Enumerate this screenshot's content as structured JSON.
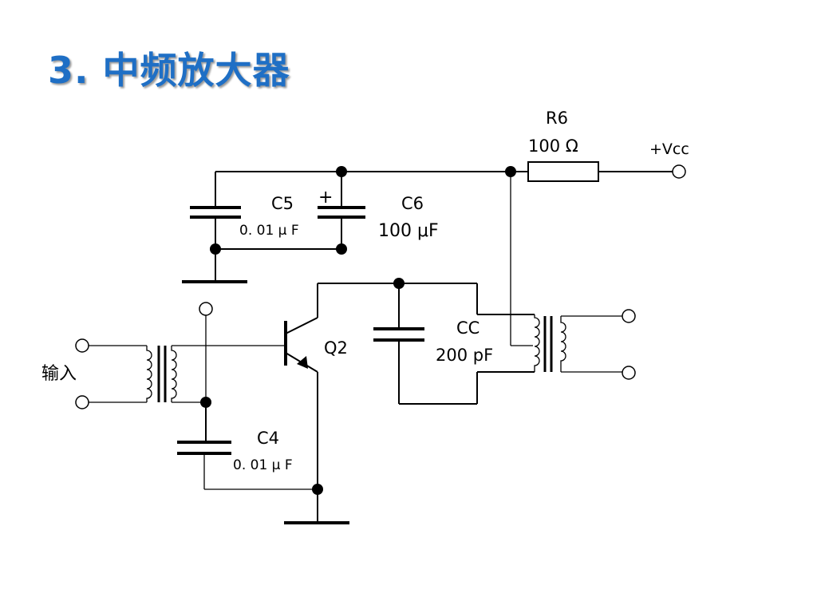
{
  "title": "3. 中频放大器",
  "labels": {
    "r6_name": "R6",
    "r6_value": "100 Ω",
    "vcc": "+Vcc",
    "c5_name": "C5",
    "c5_value": "0. 01 μ F",
    "plus": "+",
    "c6_name": "C6",
    "c6_value": "100 μF",
    "cc_name": "CC",
    "cc_value": "200 pF",
    "q2": "Q2",
    "input": "输入",
    "c4_name": "C4",
    "c4_value": "0. 01 μ F"
  }
}
